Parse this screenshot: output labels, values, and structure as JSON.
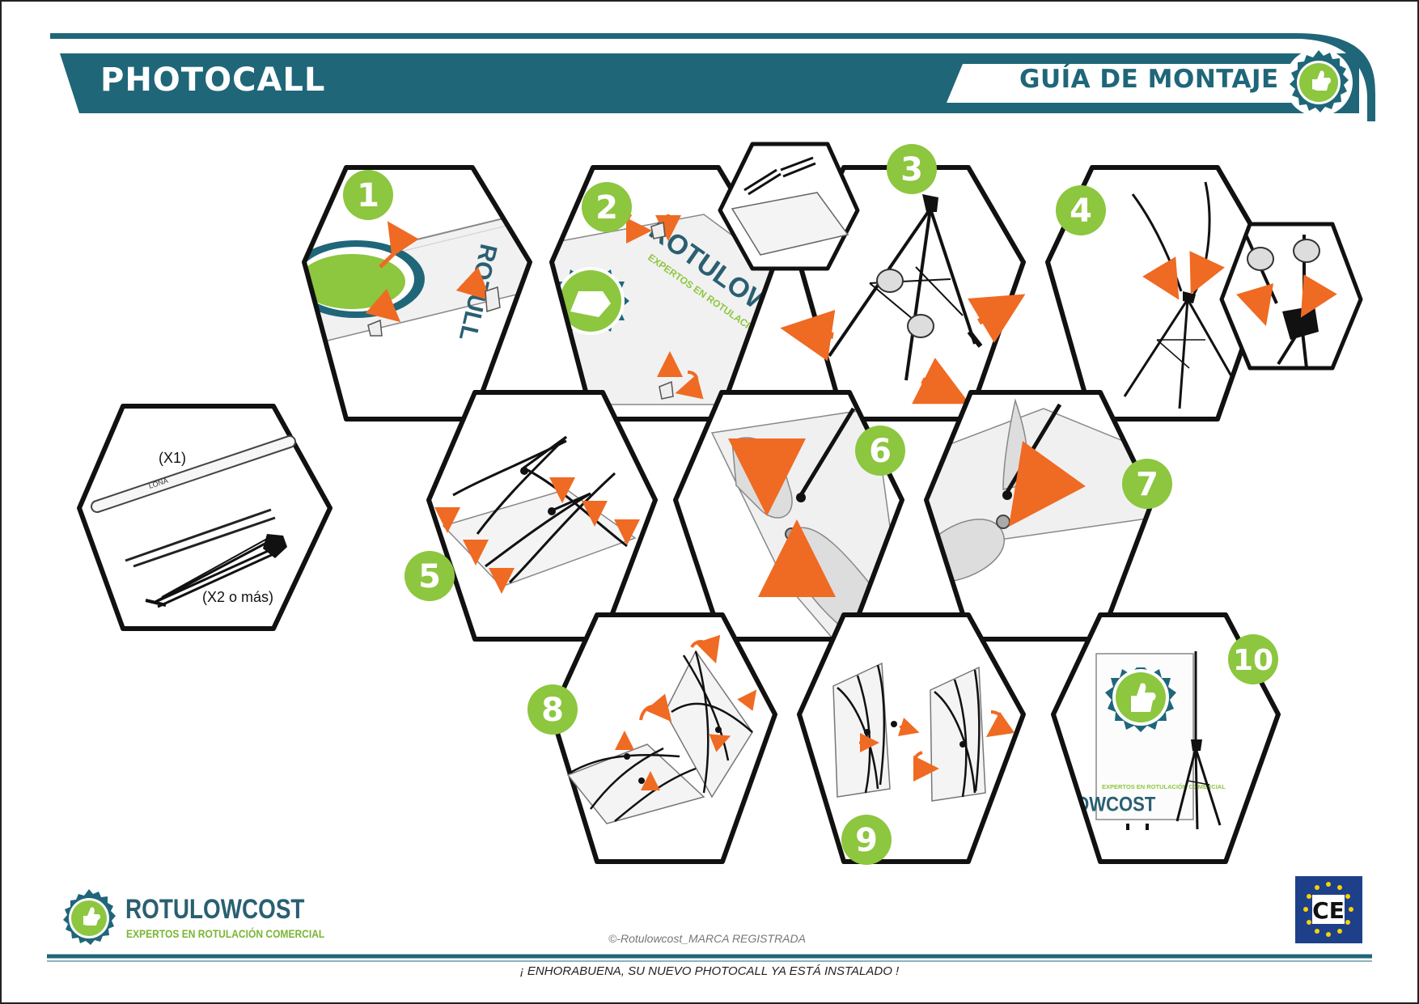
{
  "header": {
    "title": "PHOTOCALL",
    "subtitle": "GUÍA DE MONTAJE",
    "primary_color": "#1f6679",
    "accent_color": "#8dc63f"
  },
  "kit": {
    "banner_qty": "(X1)",
    "banner_tube_label": "LONA",
    "stand_qty": "(X2 o más)"
  },
  "steps": [
    {
      "number": "1"
    },
    {
      "number": "2"
    },
    {
      "number": "3"
    },
    {
      "number": "4"
    },
    {
      "number": "5"
    },
    {
      "number": "6"
    },
    {
      "number": "7"
    },
    {
      "number": "8"
    },
    {
      "number": "9"
    },
    {
      "number": "10"
    }
  ],
  "banner_art": {
    "brand_partial": "ROTULL",
    "brand": "ROTULOWCOST",
    "tagline_partial": "EXPERTOS EN ROTULACIÓN COMERCIAL"
  },
  "footer": {
    "brand_name": "ROTULOWCOST",
    "brand_tagline": "EXPERTOS EN ROTULACIÓN COMERCIAL",
    "copyright": "©-Rotulowcost_MARCA REGISTRADA",
    "message": "¡ ENHORABUENA, SU NUEVO PHOTOCALL YA ESTÁ INSTALADO !",
    "ce_mark": "CE"
  }
}
